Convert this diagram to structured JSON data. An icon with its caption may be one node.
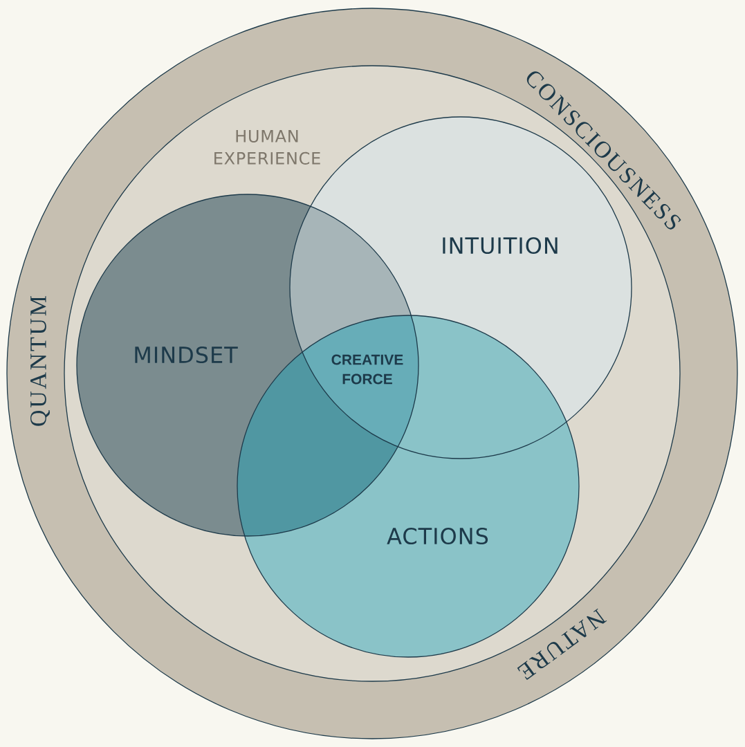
{
  "diagram": {
    "nodes": [
      {
        "text": [
          "QUANTUM",
          "CONSCIOUSNESS",
          "NATURE"
        ]
      },
      {
        "text": [
          "HUMAN EXPERIENCE"
        ],
        "in": 0
      },
      {
        "text": [
          "MINDSET"
        ],
        "in": 1
      },
      {
        "text": [
          "INTUITION"
        ],
        "in": 1
      },
      {
        "text": [
          "ACTIONS"
        ],
        "in": 1
      }
    ],
    "labels": [
      "CREATIVE FORCE"
    ]
  }
}
